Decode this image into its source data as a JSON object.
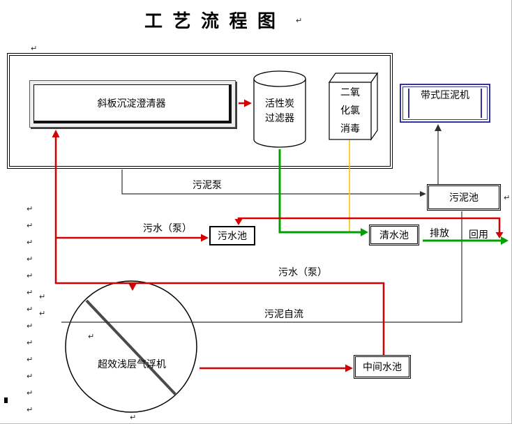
{
  "title": "工 艺 流 程 图",
  "marks": {
    "pilcrow": "↵"
  },
  "colors": {
    "red": "#d40000",
    "green": "#00a000",
    "orange": "#ffc000",
    "line": "#303030",
    "blue": "#333399"
  },
  "nodes": {
    "clarifier": {
      "label": "斜板沉淀澄清器"
    },
    "carbon_filter": {
      "lines": [
        "活性炭",
        "过滤器"
      ]
    },
    "disinfection": {
      "lines": [
        "二氧",
        "化氯",
        "消毒"
      ]
    },
    "belt_press": {
      "label": "带式压泥机"
    },
    "sludge_pool": {
      "label": "污泥池"
    },
    "sewage_pool": {
      "label": "污水池"
    },
    "clean_pool": {
      "label": "清水池"
    },
    "middle_pool": {
      "label": "中间水池"
    },
    "flotation": {
      "label": "超效浅层气浮机"
    }
  },
  "labels": {
    "sludge_pump": "污泥泵",
    "sewage_pump_upper": "污水（泵）",
    "sewage_pump_lower": "污水（泵）",
    "discharge": "排放",
    "reuse": "回用",
    "sludge_gravity": "污泥自流"
  },
  "edges": [
    {
      "from": "middle_pool",
      "to": "clarifier",
      "color": "red",
      "label": "污水（泵）"
    },
    {
      "from": "main_feed_line",
      "to": "flotation",
      "color": "red"
    },
    {
      "from": "main_feed_line",
      "to": "sewage_pool",
      "color": "red",
      "label": "污水（泵）"
    },
    {
      "from": "clarifier",
      "to": "carbon_filter",
      "color": "red"
    },
    {
      "from": "carbon_filter",
      "to": "clean_pool",
      "color": "green"
    },
    {
      "from": "disinfection",
      "to": "clean_pool",
      "color": "orange"
    },
    {
      "from": "clean_pool",
      "to": "outfall",
      "color": "green",
      "label": "排放 回用"
    },
    {
      "from": "sludge_pool",
      "to": "sewage_pool",
      "color": "red"
    },
    {
      "from": "flotation",
      "to": "middle_pool",
      "color": "red"
    },
    {
      "from": "system",
      "to": "sludge_pool",
      "color": "black",
      "label": "污泥泵"
    },
    {
      "from": "flotation",
      "to": "sludge_pool",
      "color": "black",
      "label": "污泥自流"
    },
    {
      "from": "sludge_pool",
      "to": "belt_press",
      "color": "black"
    }
  ]
}
